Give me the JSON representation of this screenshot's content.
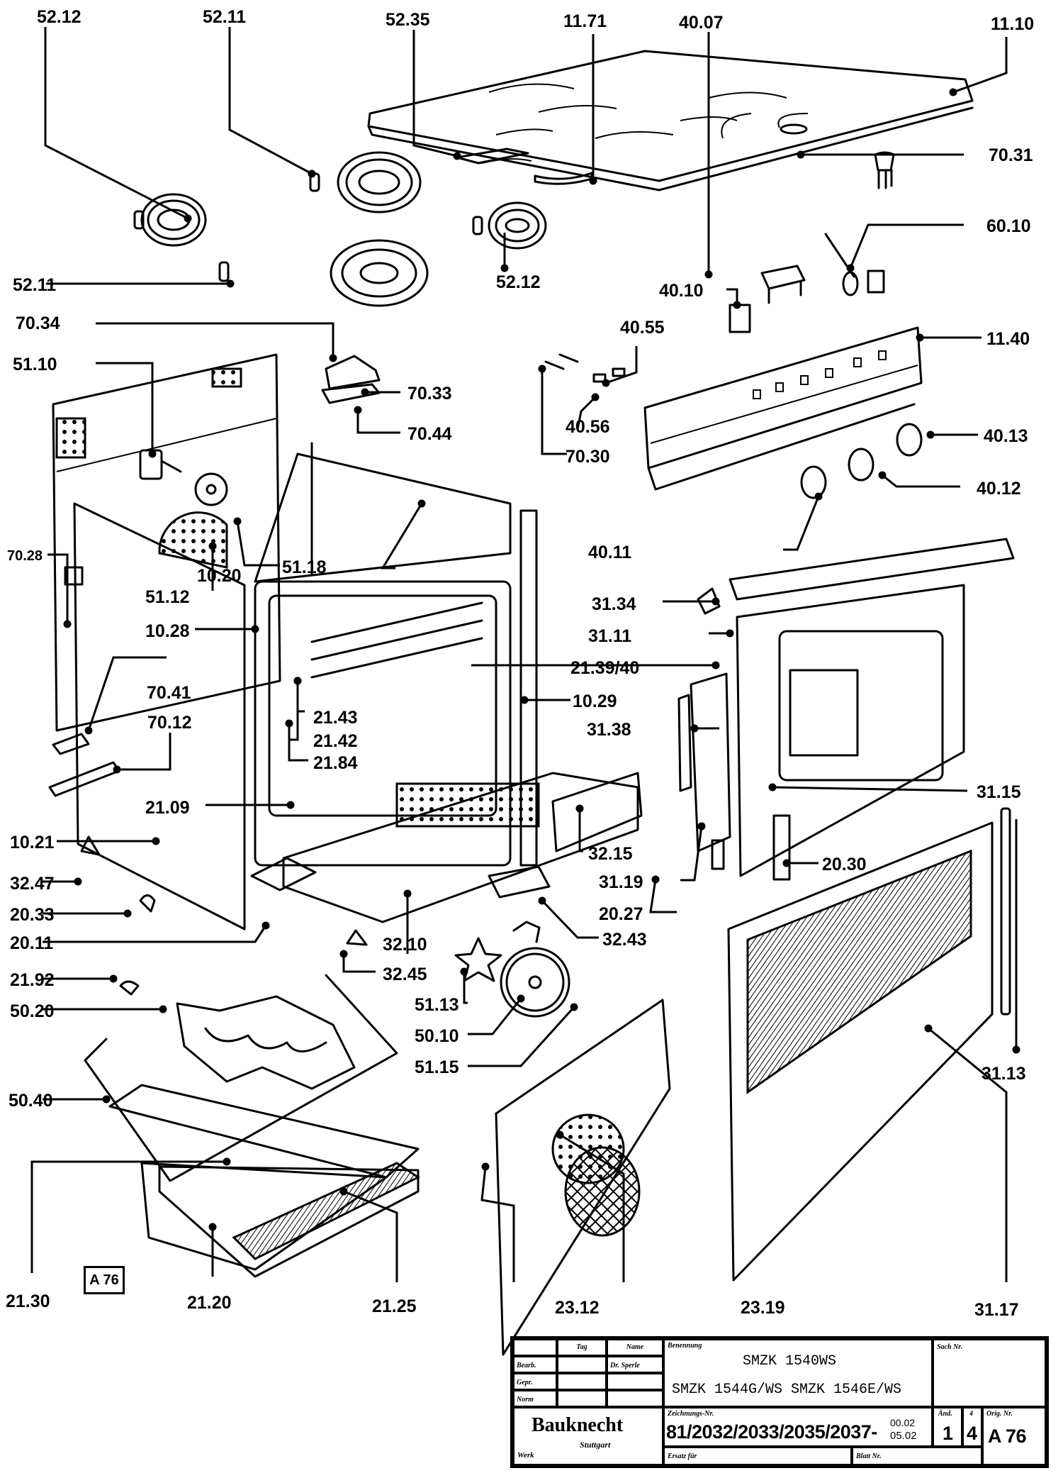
{
  "document": {
    "type": "exploded parts diagram",
    "manufacturer": "Bauknecht",
    "manufacturer_city": "Stuttgart",
    "page_tag": "A 76"
  },
  "labels": {
    "l_52_12_top": "52.12",
    "l_52_11_top": "52.11",
    "l_52_35": "52.35",
    "l_11_71": "11.71",
    "l_40_07": "40.07",
    "l_11_10": "11.10",
    "l_70_31": "70.31",
    "l_60_10": "60.10",
    "l_52_11_left": "52.11",
    "l_52_12_mid": "52.12",
    "l_40_10": "40.10",
    "l_40_55": "40.55",
    "l_11_40": "11.40",
    "l_70_34": "70.34",
    "l_51_10": "51.10",
    "l_70_33": "70.33",
    "l_70_44": "70.44",
    "l_40_56": "40.56",
    "l_70_30": "70.30",
    "l_40_13": "40.13",
    "l_40_12": "40.12",
    "l_40_11": "40.11",
    "l_70_28": "70.28",
    "l_51_18": "51.18",
    "l_10_20": "10.20",
    "l_51_12": "51.12",
    "l_31_34": "31.34",
    "l_10_28": "10.28",
    "l_31_11": "31.11",
    "l_21_39_40": "21.39/40",
    "l_70_41": "70.41",
    "l_21_43": "21.43",
    "l_10_29": "10.29",
    "l_70_12": "70.12",
    "l_21_42": "21.42",
    "l_31_38": "31.38",
    "l_21_84": "21.84",
    "l_21_09": "21.09",
    "l_31_15": "31.15",
    "l_10_21": "10.21",
    "l_32_15": "32.15",
    "l_32_47": "32.47",
    "l_31_19": "31.19",
    "l_20_30": "20.30",
    "l_20_33": "20.33",
    "l_20_27": "20.27",
    "l_20_11": "20.11",
    "l_32_10": "32.10",
    "l_32_43": "32.43",
    "l_21_92": "21.92",
    "l_32_45": "32.45",
    "l_50_20": "50.20",
    "l_51_13": "51.13",
    "l_50_10": "50.10",
    "l_51_15": "51.15",
    "l_50_40": "50.40",
    "l_31_13": "31.13",
    "l_21_30": "21.30",
    "l_21_20": "21.20",
    "l_21_25": "21.25",
    "l_23_12": "23.12",
    "l_23_19": "23.19",
    "l_31_17": "31.17"
  },
  "title_block": {
    "col_tag": "Tag",
    "col_name": "Name",
    "row_bearb": "Bearb.",
    "row_gepr": "Gepr.",
    "row_norm": "Norm",
    "bearb_name": "Dr. Sperle",
    "benennung_label": "Benennung",
    "model_line_1": "SMZK 1540WS",
    "model_line_2": "SMZK 1544G/WS SMZK 1546E/WS",
    "sach_nr_label": "Sach Nr.",
    "zeichnungs_label": "Zeichnungs-Nr.",
    "drawing_number": "81/2032/2033/2035/2037-",
    "suffix_top": "00.02",
    "suffix_bottom": "05.02",
    "aend_label": "Änd.",
    "aend_value": "1",
    "sheet_label": "4",
    "sheet_value": "4",
    "orig_label": "Orig. Nr.",
    "orig_value": "A 76",
    "logo_text": "Bauknecht",
    "logo_city": "Stuttgart",
    "werk_label": "Werk",
    "ersatz_label": "Ersatz für",
    "blatt_label": "Blatt Nr."
  }
}
